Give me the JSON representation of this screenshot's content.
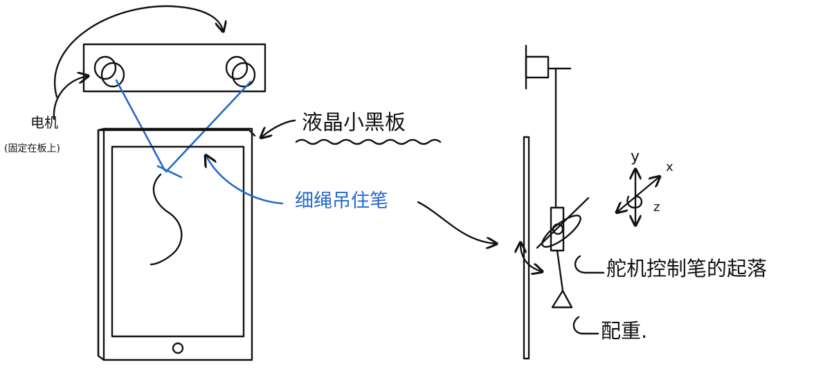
{
  "labels": {
    "motor": "电机",
    "motor_note": "(固定在板上)",
    "lcd_board": "液晶小黑板",
    "string_holds_pen": "细绳吊住笔",
    "servo_controls_pen": "舵机控制笔的起落",
    "counterweight": "配重.",
    "axis_y": "y",
    "axis_x": "x",
    "axis_z": "z"
  },
  "colors": {
    "ink": "#111111",
    "string_blue": "#2468c8",
    "background": "#ffffff"
  }
}
